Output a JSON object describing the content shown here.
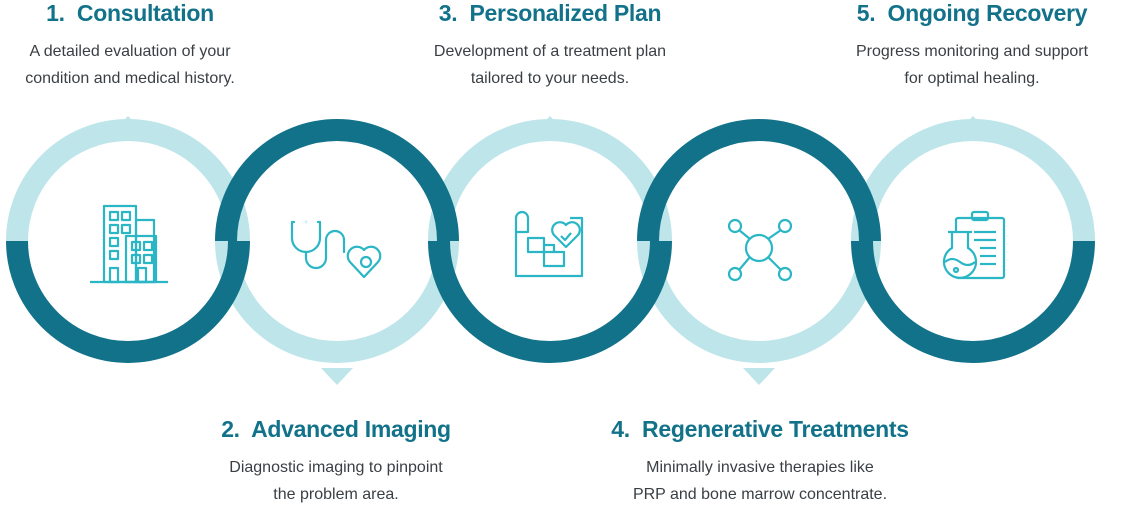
{
  "colors": {
    "dark": "#12728a",
    "light": "#bde5ea",
    "text": "#3a3f44"
  },
  "steps": [
    {
      "number": "1.",
      "title": "Consultation",
      "desc_line1": "A detailed evaluation of your",
      "desc_line2": "condition and medical history.",
      "icon": "building-icon"
    },
    {
      "number": "2.",
      "title": "Advanced Imaging",
      "desc_line1": "Diagnostic imaging to pinpoint",
      "desc_line2": "the problem area.",
      "icon": "stethoscope-heart-icon"
    },
    {
      "number": "3.",
      "title": "Personalized Plan",
      "desc_line1": "Development of a treatment plan",
      "desc_line2": "tailored to your needs.",
      "icon": "treatment-plan-icon"
    },
    {
      "number": "4.",
      "title": "Regenerative Treatments",
      "desc_line1": "Minimally invasive therapies like",
      "desc_line2": "PRP and bone marrow concentrate.",
      "icon": "molecule-icon"
    },
    {
      "number": "5.",
      "title": "Ongoing Recovery",
      "desc_line1": "Progress monitoring and support",
      "desc_line2": "for optimal healing.",
      "icon": "flask-clipboard-icon"
    }
  ]
}
